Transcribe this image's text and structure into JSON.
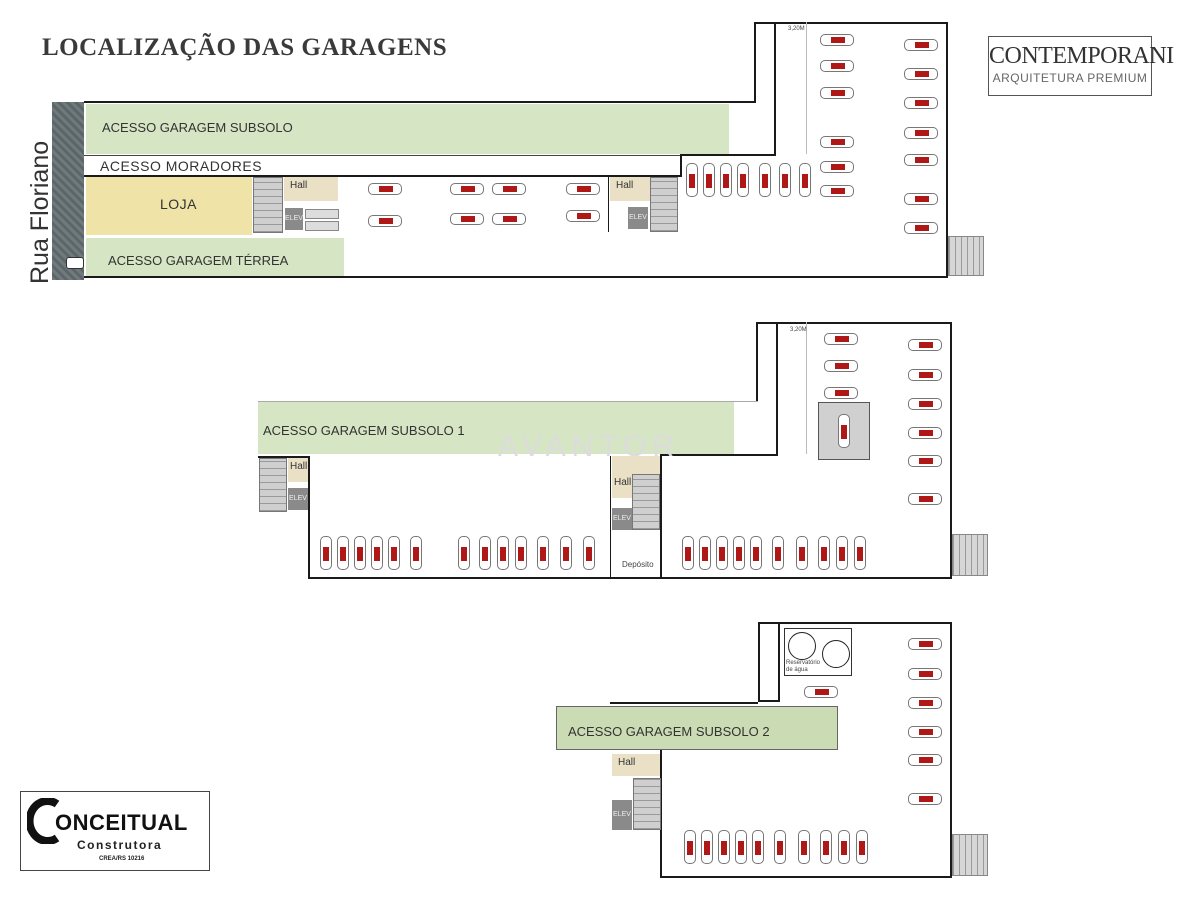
{
  "title": "LOCALIZAÇÃO DAS GARAGENS",
  "street": "Rua Floriano",
  "logo_right": {
    "line1": "CONTEMPORANI",
    "line2": "ARQUITETURA PREMIUM"
  },
  "logo_left": {
    "line1": "ONCEITUAL",
    "line2": "Construtora",
    "line3": "CREA/RS 10216"
  },
  "watermark": "AVANTOR",
  "labels": {
    "acesso_subsolo": "ACESSO  GARAGEM SUBSOLO",
    "acesso_moradores": "ACESSO  MORADORES",
    "loja": "LOJA",
    "acesso_terrea": "ACESSO  GARAGEM TÉRREA",
    "acesso_subsolo1": "ACESSO  GARAGEM SUBSOLO 1",
    "acesso_subsolo2": "ACESSO  GARAGEM SUBSOLO 2",
    "hall": "Hall",
    "elevador": "ELEV",
    "deposito": "Depósito",
    "reservatorio": "Reservatório de água",
    "altura_1": "3,20M",
    "altura_2": "3,20M"
  },
  "colors": {
    "green": "#d6e5c3",
    "beige": "#efe3a8",
    "car_red": "#b01818",
    "wall": "#1a1a1a"
  }
}
